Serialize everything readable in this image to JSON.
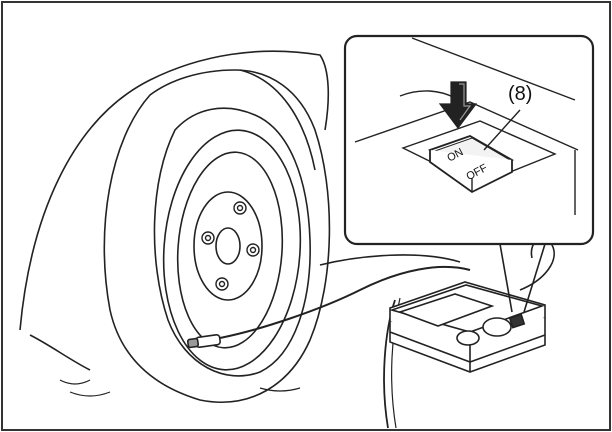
{
  "callout": {
    "number_label": "(8)",
    "switch_on_label": "ON",
    "switch_off_label": "OFF"
  }
}
